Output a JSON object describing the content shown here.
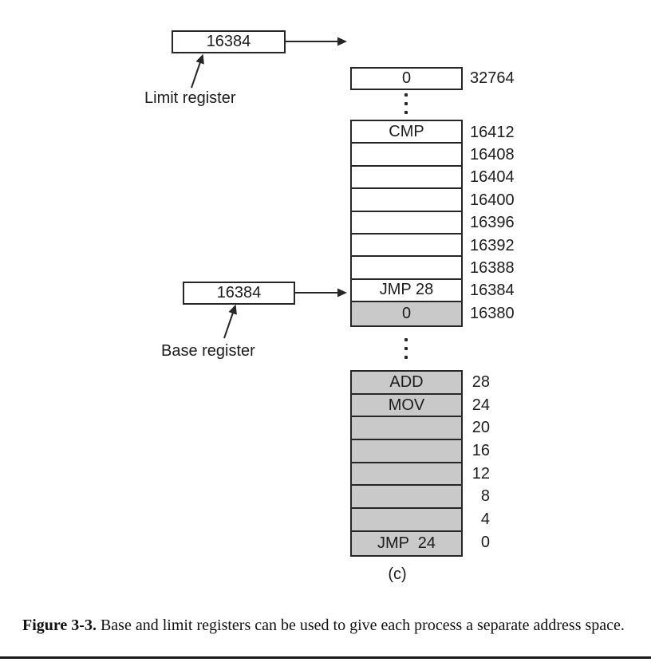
{
  "figure": {
    "limit_register": {
      "value": "16384",
      "label": "Limit register"
    },
    "base_register": {
      "value": "16384",
      "label": "Base register"
    },
    "memory": {
      "top_cell": {
        "content": "0",
        "address": "32764"
      },
      "upper_rows": [
        {
          "content": "CMP",
          "address": "16412",
          "shaded": false
        },
        {
          "content": "",
          "address": "16408",
          "shaded": false
        },
        {
          "content": "",
          "address": "16404",
          "shaded": false
        },
        {
          "content": "",
          "address": "16400",
          "shaded": false
        },
        {
          "content": "",
          "address": "16396",
          "shaded": false
        },
        {
          "content": "",
          "address": "16392",
          "shaded": false
        },
        {
          "content": "",
          "address": "16388",
          "shaded": false
        },
        {
          "content": "JMP 28",
          "address": "16384",
          "shaded": false
        },
        {
          "content": "0",
          "address": "16380",
          "shaded": true
        }
      ],
      "lower_rows": [
        {
          "content": "ADD",
          "address": "28",
          "shaded": true
        },
        {
          "content": "MOV",
          "address": "24",
          "shaded": true
        },
        {
          "content": "",
          "address": "20",
          "shaded": true
        },
        {
          "content": "",
          "address": "16",
          "shaded": true
        },
        {
          "content": "",
          "address": "12",
          "shaded": true
        },
        {
          "content": "",
          "address": "8",
          "shaded": true
        },
        {
          "content": "",
          "address": "4",
          "shaded": true
        },
        {
          "content": "JMP  24",
          "address": "0",
          "shaded": true
        }
      ]
    },
    "panel_label": "(c)"
  },
  "caption": {
    "tag": "Figure 3-3.",
    "text": "Base and limit registers can be used to give each process a separate address space."
  },
  "colors": {
    "shaded_cell": "#c9c9c9",
    "line": "#262626"
  }
}
